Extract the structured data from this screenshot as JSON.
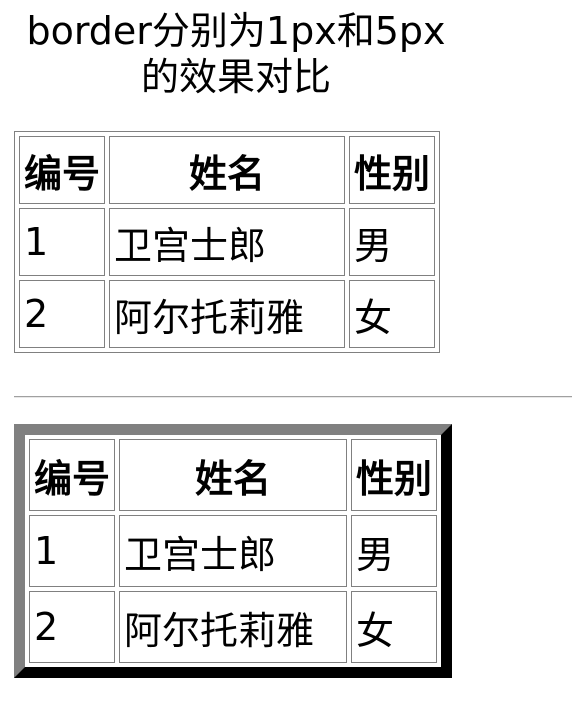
{
  "caption": "border分别为1px和5px的效果对比",
  "table1": {
    "headers": [
      "编号",
      "姓名",
      "性别"
    ],
    "rows": [
      [
        "1",
        "卫宫士郎",
        "男"
      ],
      [
        "2",
        "阿尔托莉雅",
        "女"
      ]
    ]
  },
  "table2": {
    "headers": [
      "编号",
      "姓名",
      "性别"
    ],
    "rows": [
      [
        "1",
        "卫宫士郎",
        "男"
      ],
      [
        "2",
        "阿尔托莉雅",
        "女"
      ]
    ]
  },
  "colors": {
    "border_light": "#808080",
    "border_dark": "#2f2f2f"
  }
}
